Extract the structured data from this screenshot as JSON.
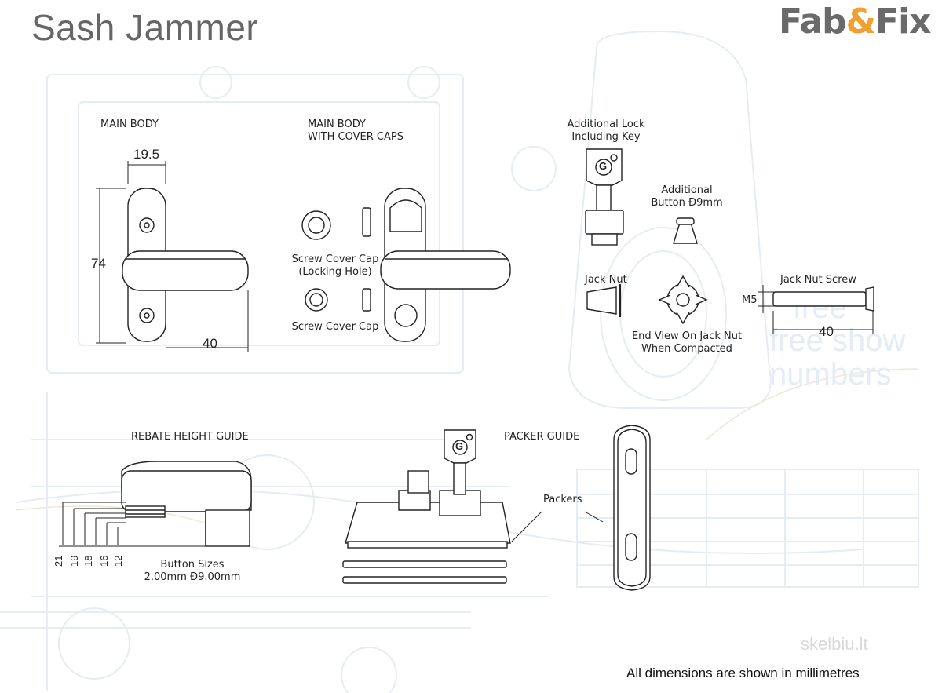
{
  "header": {
    "title": "Sash Jammer",
    "logo_left": "Fab",
    "logo_amp": "&",
    "logo_right": "Fix"
  },
  "labels": {
    "main_body": "MAIN BODY",
    "main_body_caps_1": "MAIN BODY",
    "main_body_caps_2": "WITH COVER CAPS",
    "additional_lock_1": "Additional Lock",
    "additional_lock_2": "Including Key",
    "additional_button_1": "Additional",
    "additional_button_2": "Button Ð9mm",
    "screw_cover_locking_1": "Screw Cover Cap",
    "screw_cover_locking_2": "(Locking Hole)",
    "screw_cover_cap": "Screw Cover Cap",
    "jack_nut": "Jack Nut",
    "jack_nut_screw": "Jack Nut Screw",
    "end_view_1": "End View On Jack Nut",
    "end_view_2": "When Compacted",
    "rebate_guide": "REBATE HEIGHT GUIDE",
    "packer_guide": "PACKER GUIDE",
    "packers": "Packers",
    "button_sizes_1": "Button Sizes",
    "button_sizes_2": "2.00mm Ð9.00mm"
  },
  "dimensions": {
    "width": "19.5",
    "height": "74",
    "arm": "40",
    "m5": "M5",
    "screw_len": "40",
    "rebate": [
      "21",
      "19",
      "18",
      "16",
      "12"
    ]
  },
  "watermark": [
    "free",
    "free show",
    "numbers"
  ],
  "site_mark": "skelbiu.lt",
  "footer": "All dimensions are shown in millimetres",
  "colors": {
    "title": "#666666",
    "logo": "#6a6a6a",
    "logo_accent": "#f0a030",
    "blueprint": "#e4edf6",
    "line": "#222222"
  }
}
